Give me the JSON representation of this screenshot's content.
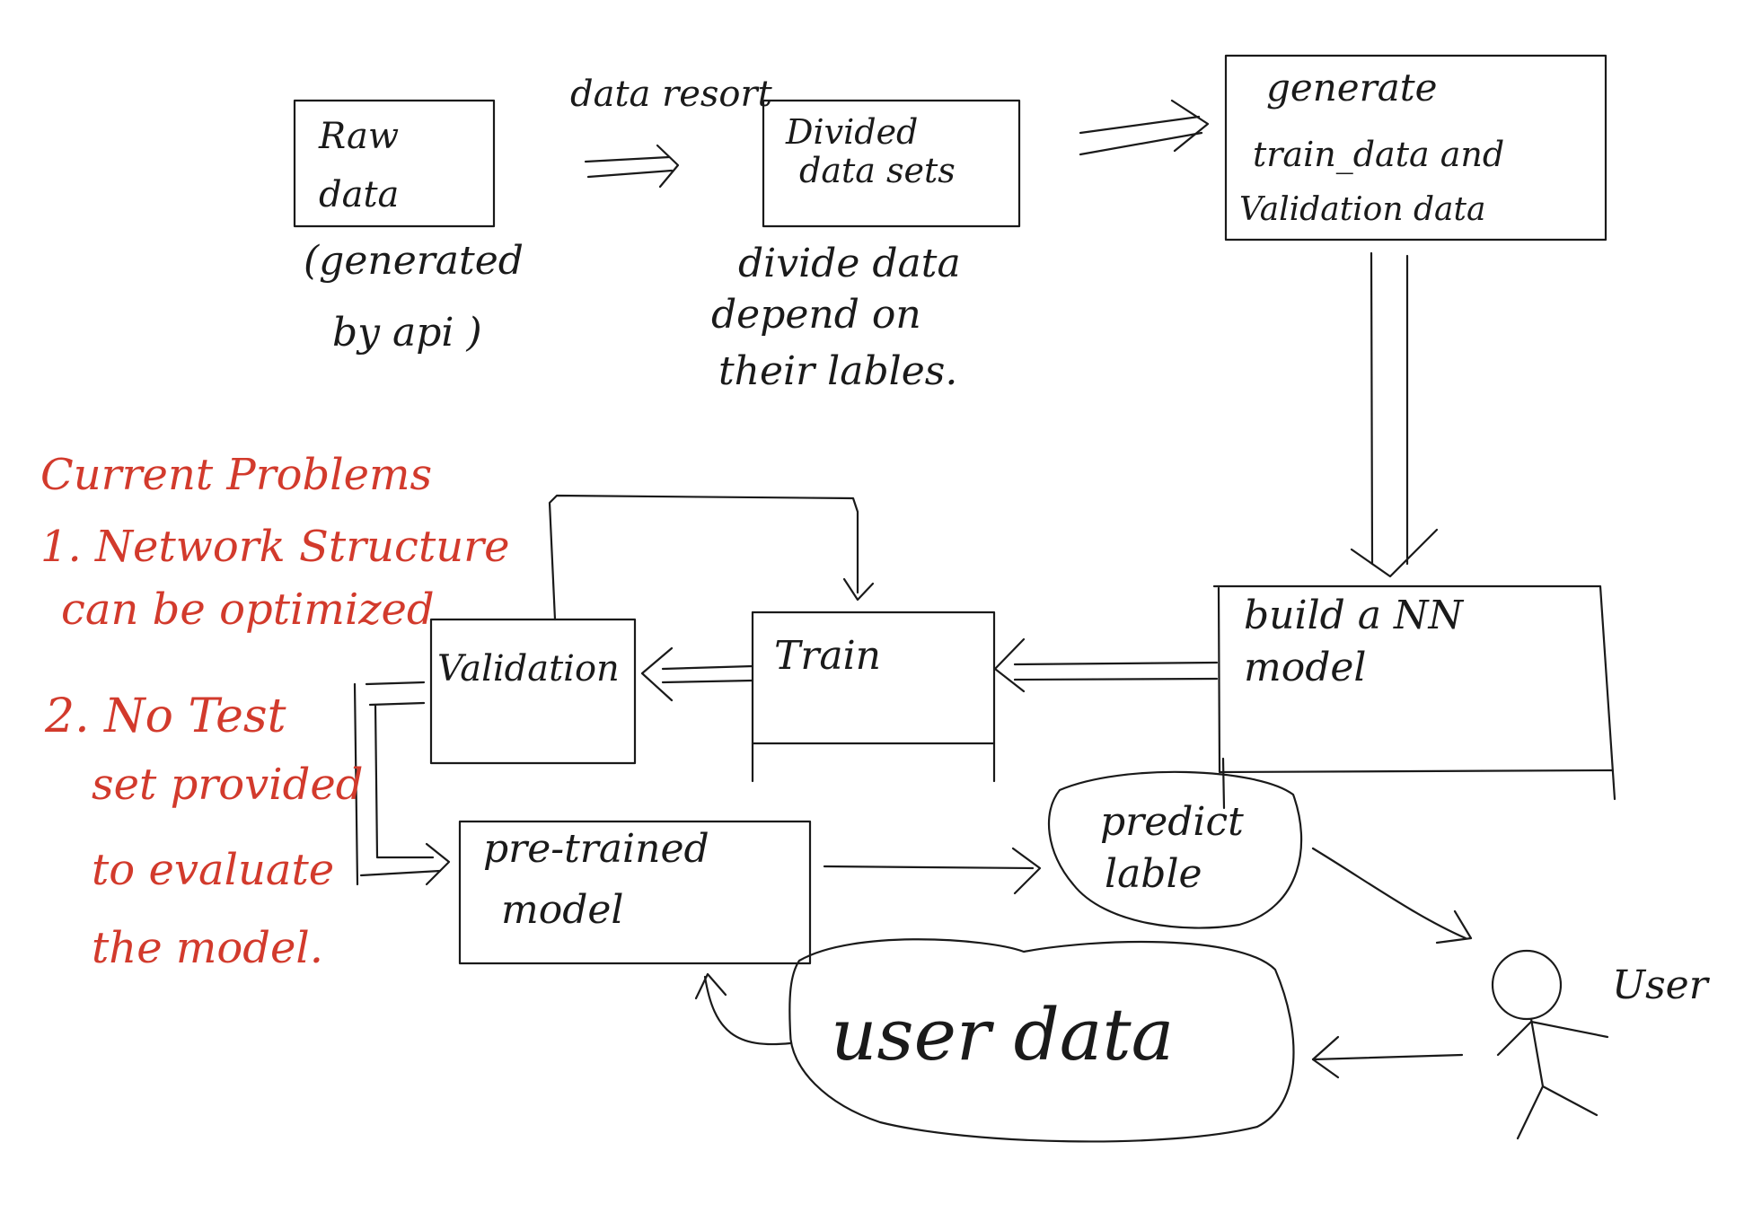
{
  "nodes": {
    "raw_data": [
      "Raw",
      "data"
    ],
    "raw_data_note": [
      "(generated",
      "by api )"
    ],
    "divided_data_sets": [
      "Divided",
      "data sets"
    ],
    "divide_note": [
      "divide data",
      "depend on",
      "their lables."
    ],
    "generate_data": [
      "generate",
      "train_data and",
      "Validation data"
    ],
    "build_model": [
      "build a NN",
      "model"
    ],
    "train": "Train",
    "validation": "Validation",
    "pretrained_model": [
      "pre-trained",
      "model"
    ],
    "predict_label": [
      "predict",
      "lable"
    ],
    "user_data": "user data",
    "user": "User"
  },
  "edges": {
    "data_resort_label": "data resort"
  },
  "problems": {
    "title": "Current Problems",
    "item1": [
      "1. Network Structure",
      "can be optimized"
    ],
    "item2": [
      "2. No Test",
      "set provided",
      "to evaluate",
      "the model."
    ]
  },
  "colors": {
    "ink": "#1a1a1a",
    "problems_red": "#d23a2c"
  }
}
